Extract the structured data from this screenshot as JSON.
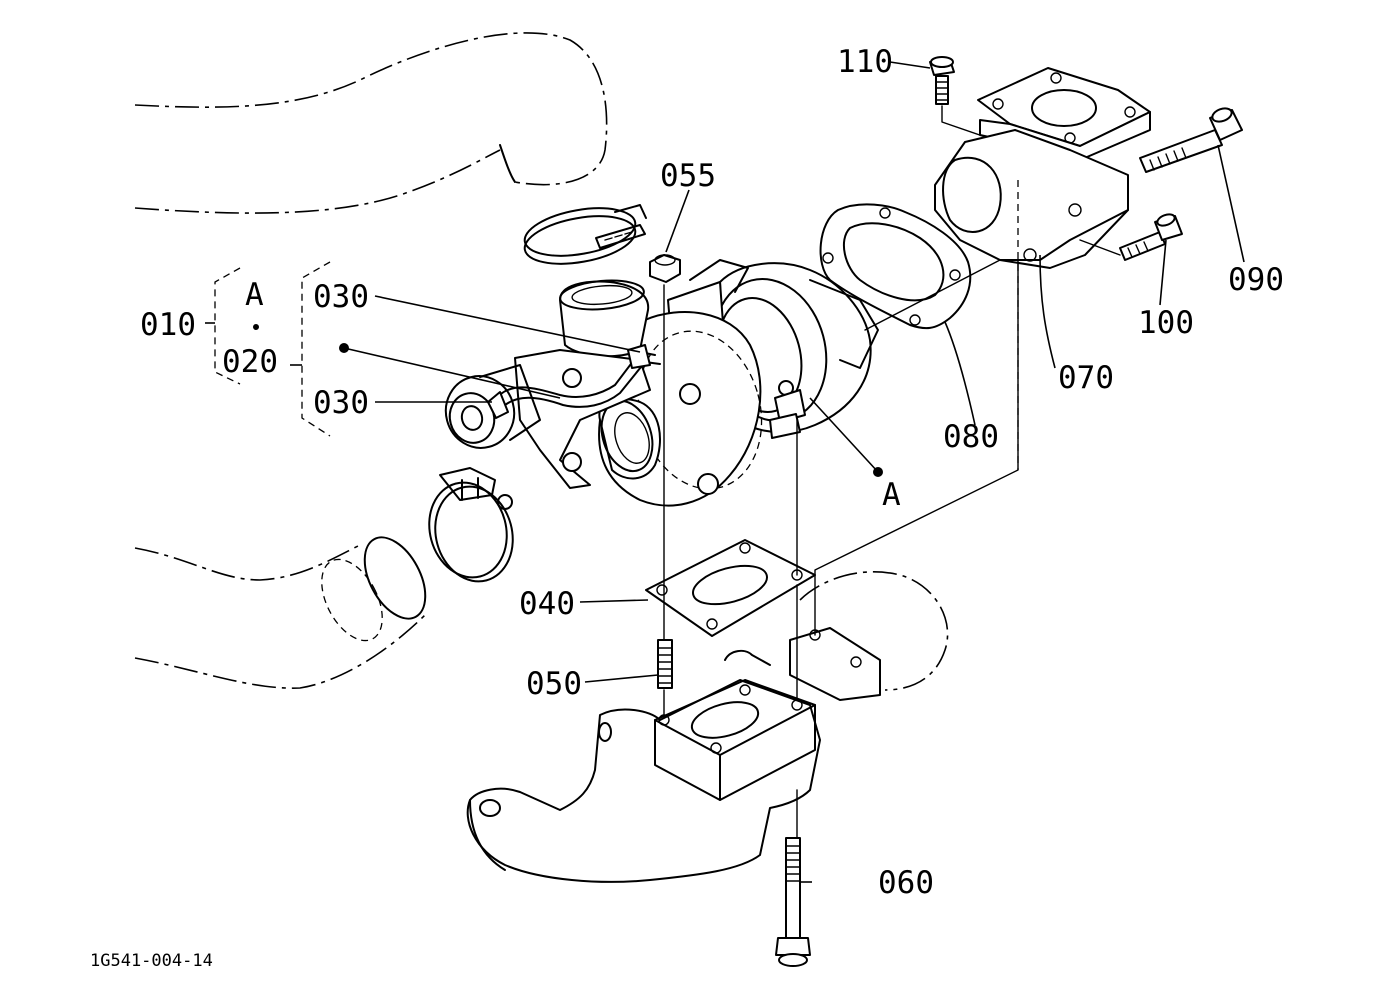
{
  "diagram": {
    "caption": "1G541-004-14",
    "callouts": {
      "c010": "010",
      "c020": "020",
      "c030a": "030",
      "c030b": "030",
      "c040": "040",
      "c050": "050",
      "c055": "055",
      "c060": "060",
      "c070": "070",
      "c080": "080",
      "c090": "090",
      "c100": "100",
      "c110": "110",
      "refA_bracket": "A",
      "refA_part": "A"
    }
  }
}
